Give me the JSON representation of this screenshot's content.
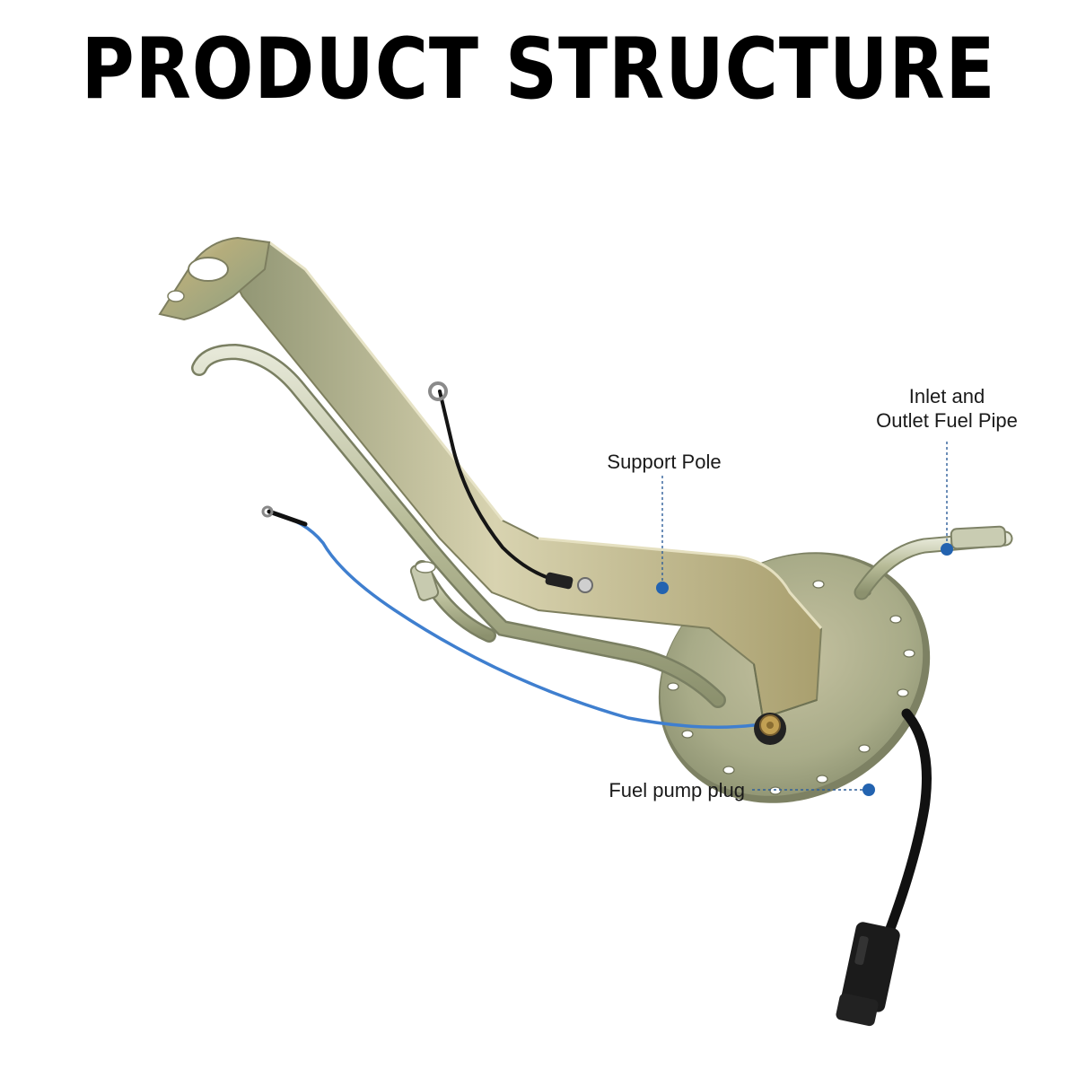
{
  "header": {
    "title": "PRODUCT STRUCTURE"
  },
  "callouts": {
    "inlet_outlet": {
      "line1": "Inlet and",
      "line2": "Outlet Fuel Pipe"
    },
    "support_pole": "Support Pole",
    "fuel_pump_plug": "Fuel pump plug"
  },
  "colors": {
    "title": "#000000",
    "callout_line": "#2f5f99",
    "callout_dot": "#2363b0",
    "metal": "#b9b48a",
    "wire_blue": "#3f7fcf",
    "wire_black": "#151515"
  }
}
